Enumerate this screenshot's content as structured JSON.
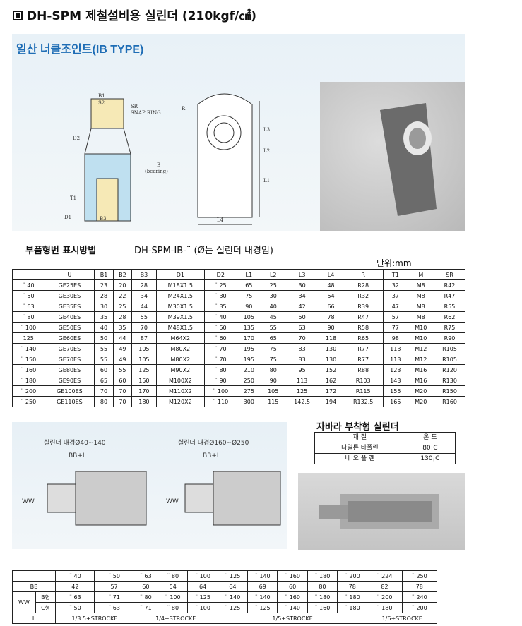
{
  "title": "DH-SPM 제철설비용 실린더 (210kgf/㎠)",
  "drawing1": {
    "heading": "일산 너클조인트(IB TYPE)",
    "labels": [
      "B1",
      "S2",
      "SR",
      "SNAP RING",
      "D2",
      "B",
      "(bearing)",
      "T1",
      "D1",
      "B3",
      "R",
      "L3",
      "L2",
      "L1",
      "L4"
    ]
  },
  "part_label": "부품형번 표시방법",
  "part_code": "DH-SPM-IB-¨  (Ø는 실린더 내경임)",
  "unit": "단위:mm",
  "table1": {
    "headers": [
      "",
      "U",
      "B1",
      "B2",
      "B3",
      "D1",
      "D2",
      "L1",
      "L2",
      "L3",
      "L4",
      "R",
      "T1",
      "M",
      "SR"
    ],
    "rows": [
      [
        "¨ 40",
        "GE25ES",
        "23",
        "20",
        "28",
        "M18X1.5",
        "¨ 25",
        "65",
        "25",
        "30",
        "48",
        "R28",
        "32",
        "M8",
        "R42"
      ],
      [
        "¨ 50",
        "GE30ES",
        "28",
        "22",
        "34",
        "M24X1.5",
        "¨ 30",
        "75",
        "30",
        "34",
        "54",
        "R32",
        "37",
        "M8",
        "R47"
      ],
      [
        "¨ 63",
        "GE35ES",
        "30",
        "25",
        "44",
        "M30X1.5",
        "¨ 35",
        "90",
        "40",
        "42",
        "66",
        "R39",
        "47",
        "M8",
        "R55"
      ],
      [
        "¨ 80",
        "GE40ES",
        "35",
        "28",
        "55",
        "M39X1.5",
        "¨ 40",
        "105",
        "45",
        "50",
        "78",
        "R47",
        "57",
        "M8",
        "R62"
      ],
      [
        "¨ 100",
        "GE50ES",
        "40",
        "35",
        "70",
        "M48X1.5",
        "¨ 50",
        "135",
        "55",
        "63",
        "90",
        "R58",
        "77",
        "M10",
        "R75"
      ],
      [
        "125",
        "GE60ES",
        "50",
        "44",
        "87",
        "M64X2",
        "¨ 60",
        "170",
        "65",
        "70",
        "118",
        "R65",
        "98",
        "M10",
        "R90"
      ],
      [
        "¨ 140",
        "GE70ES",
        "55",
        "49",
        "105",
        "M80X2",
        "¨ 70",
        "195",
        "75",
        "83",
        "130",
        "R77",
        "113",
        "M12",
        "R105"
      ],
      [
        "¨ 150",
        "GE70ES",
        "55",
        "49",
        "105",
        "M80X2",
        "¨ 70",
        "195",
        "75",
        "83",
        "130",
        "R77",
        "113",
        "M12",
        "R105"
      ],
      [
        "¨ 160",
        "GE80ES",
        "60",
        "55",
        "125",
        "M90X2",
        "¨ 80",
        "210",
        "80",
        "95",
        "152",
        "R88",
        "123",
        "M16",
        "R120"
      ],
      [
        "¨ 180",
        "GE90ES",
        "65",
        "60",
        "150",
        "M100X2",
        "¨ 90",
        "250",
        "90",
        "113",
        "162",
        "R103",
        "143",
        "M16",
        "R130"
      ],
      [
        "¨ 200",
        "GE100ES",
        "70",
        "70",
        "170",
        "M110X2",
        "¨ 100",
        "275",
        "105",
        "125",
        "172",
        "R115",
        "155",
        "M20",
        "R150"
      ],
      [
        "¨ 250",
        "GE110ES",
        "80",
        "70",
        "180",
        "M120X2",
        "¨ 110",
        "300",
        "115",
        "142.5",
        "194",
        "R132.5",
        "165",
        "M20",
        "R160"
      ]
    ]
  },
  "drawing2": {
    "cap1": "실린더 내경Ø40~140",
    "cap2": "실린더 내경Ø160~Ø250",
    "bb": "BB+L",
    "ww": "WW"
  },
  "jabara": {
    "heading": "자바라 부착형 실린더",
    "rows": [
      [
        "재      질",
        "온  도"
      ],
      [
        "나일론 타폴린",
        "80¡C"
      ],
      [
        "네 오 플 렌",
        "130¡C"
      ]
    ]
  },
  "table3": {
    "bores": [
      "¨ 40",
      "¨ 50",
      "¨ 63",
      "¨ 80",
      "¨ 100",
      "¨ 125",
      "¨ 140",
      "¨ 160",
      "¨ 180",
      "¨ 200",
      "¨ 224",
      "¨ 250"
    ],
    "bb_label": "BB",
    "bb": [
      "42",
      "57",
      "60",
      "54",
      "64",
      "64",
      "69",
      "60",
      "80",
      "78",
      "82",
      "78"
    ],
    "ww_label": "WW",
    "b_label": "B형",
    "b": [
      "¨ 63",
      "¨ 71",
      "¨ 80",
      "¨ 100",
      "¨ 125",
      "¨ 140",
      "¨ 140",
      "¨ 160",
      "¨ 180",
      "¨ 180",
      "¨ 200",
      "¨ 240"
    ],
    "c_label": "C형",
    "c": [
      "¨ 50",
      "¨ 63",
      "¨ 71",
      "¨ 80",
      "¨ 100",
      "¨ 125",
      "¨ 125",
      "¨ 140",
      "¨ 160",
      "¨ 180",
      "¨ 180",
      "¨ 200"
    ],
    "l_label": "L",
    "l": [
      "1/3.5+STROCKE",
      "1/4+STROCKE",
      "1/5+STROCKE",
      "1/6+STROCKE"
    ]
  }
}
